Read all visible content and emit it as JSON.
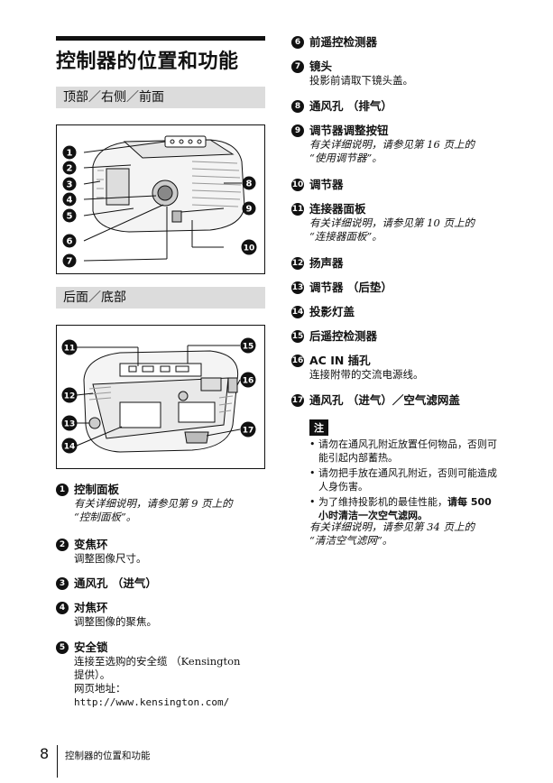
{
  "page": {
    "title": "控制器的位置和功能",
    "section_top": "顶部／右侧／前面",
    "section_back": "后面／底部",
    "page_number": "8",
    "footer_title": "控制器的位置和功能"
  },
  "items": [
    {
      "n": "1",
      "head": "控制面板",
      "lines": [],
      "italic": [
        "有关详细说明，请参见第 9 页上的",
        "“控制面板”。"
      ]
    },
    {
      "n": "2",
      "head": "变焦环",
      "lines": [
        "调整图像尺寸。"
      ],
      "italic": []
    },
    {
      "n": "3",
      "head": "通风孔 （进气）",
      "lines": [],
      "italic": []
    },
    {
      "n": "4",
      "head": "对焦环",
      "lines": [
        "调整图像的聚焦。"
      ],
      "italic": []
    },
    {
      "n": "5",
      "head": "安全锁",
      "lines": [
        "连接至选购的安全缆 （Kensington",
        "提供）。",
        "网页地址：",
        "http://www.kensington.com/"
      ],
      "italic": []
    },
    {
      "n": "6",
      "head": "前遥控检测器",
      "lines": [],
      "italic": []
    },
    {
      "n": "7",
      "head": "镜头",
      "lines": [
        "投影前请取下镜头盖。"
      ],
      "italic": []
    },
    {
      "n": "8",
      "head": "通风孔 （排气）",
      "lines": [],
      "italic": []
    },
    {
      "n": "9",
      "head": "调节器调整按钮",
      "lines": [],
      "italic": [
        "有关详细说明，请参见第 16 页上的",
        "“使用调节器”。"
      ]
    },
    {
      "n": "10",
      "head": "调节器",
      "lines": [],
      "italic": []
    },
    {
      "n": "11",
      "head": "连接器面板",
      "lines": [],
      "italic": [
        "有关详细说明，请参见第 10 页上的",
        "“连接器面板”。"
      ]
    },
    {
      "n": "12",
      "head": "扬声器",
      "lines": [],
      "italic": []
    },
    {
      "n": "13",
      "head": "调节器 （后垫）",
      "lines": [],
      "italic": []
    },
    {
      "n": "14",
      "head": "投影灯盖",
      "lines": [],
      "italic": []
    },
    {
      "n": "15",
      "head": "后遥控检测器",
      "lines": [],
      "italic": []
    },
    {
      "n": "16",
      "head": "AC IN 插孔",
      "lines": [
        "连接附带的交流电源线。"
      ],
      "italic": []
    },
    {
      "n": "17",
      "head": "通风孔 （进气）／空气滤网盖",
      "lines": [],
      "italic": []
    }
  ],
  "note": {
    "tag": "注",
    "bullets": [
      {
        "a": "请勿在通风孔附近放置任何物品，否则可能引起内部蓄热。",
        "b": ""
      },
      {
        "a": "请勿把手放在通风孔附近，否则可能造成人身伤害。",
        "b": ""
      },
      {
        "a": "为了维持投影机的最佳性能，",
        "b": "请每 500 小时清洁一次空气滤网。"
      }
    ],
    "after": [
      "有关详细说明，请参见第 34 页上的",
      "“清洁空气滤网”。"
    ]
  },
  "figure_top_labels": [
    "1",
    "2",
    "3",
    "4",
    "5",
    "6",
    "7",
    "8",
    "9",
    "10"
  ],
  "figure_back_labels": [
    "11",
    "12",
    "13",
    "14",
    "15",
    "16",
    "17"
  ]
}
